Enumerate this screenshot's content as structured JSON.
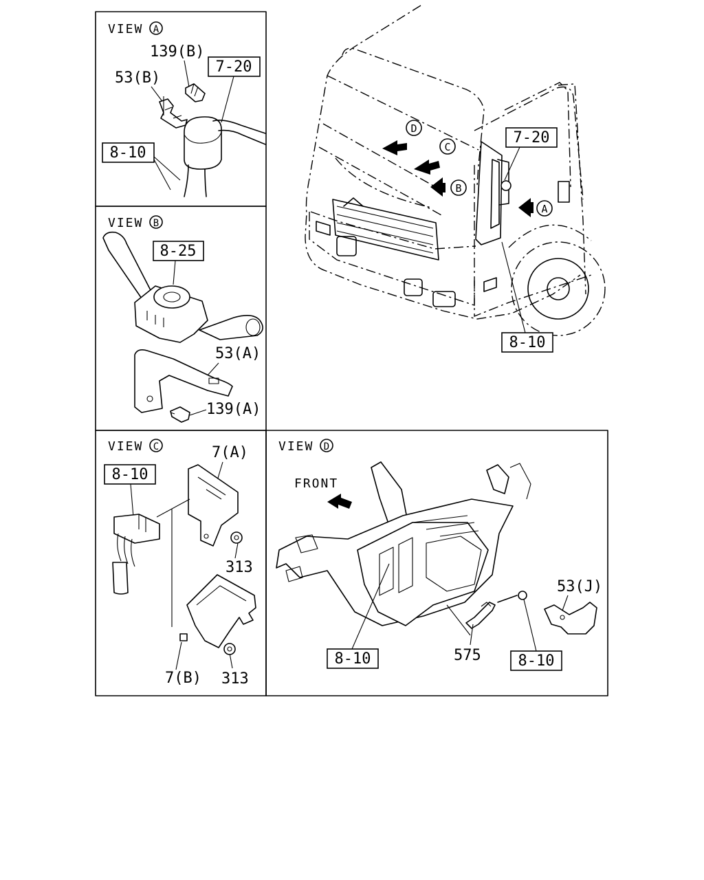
{
  "views": {
    "a": {
      "title": "VIEW",
      "letter": "A",
      "callouts": {
        "bolt": "139(B)",
        "bracket": "53(B)",
        "tube": "7-20",
        "harness": "8-10"
      }
    },
    "b": {
      "title": "VIEW",
      "letter": "B",
      "callouts": {
        "switch": "8-25",
        "bracket": "53(A)",
        "bolt": "139(A)"
      }
    },
    "c": {
      "title": "VIEW",
      "letter": "C",
      "callouts": {
        "harness": "8-10",
        "bracket_a": "7(A)",
        "bolt_1": "313",
        "bolt_2": "313",
        "bracket_b": "7(B)"
      }
    },
    "d": {
      "title": "VIEW",
      "letter": "D",
      "front": "FRONT",
      "callouts": {
        "harness_left": "8-10",
        "unit": "575",
        "harness_right": "8-10",
        "bracket": "53(J)"
      }
    }
  },
  "main_view": {
    "callouts": {
      "tube": "7-20",
      "harness": "8-10"
    },
    "markers": [
      "D",
      "C",
      "B",
      "A"
    ]
  }
}
